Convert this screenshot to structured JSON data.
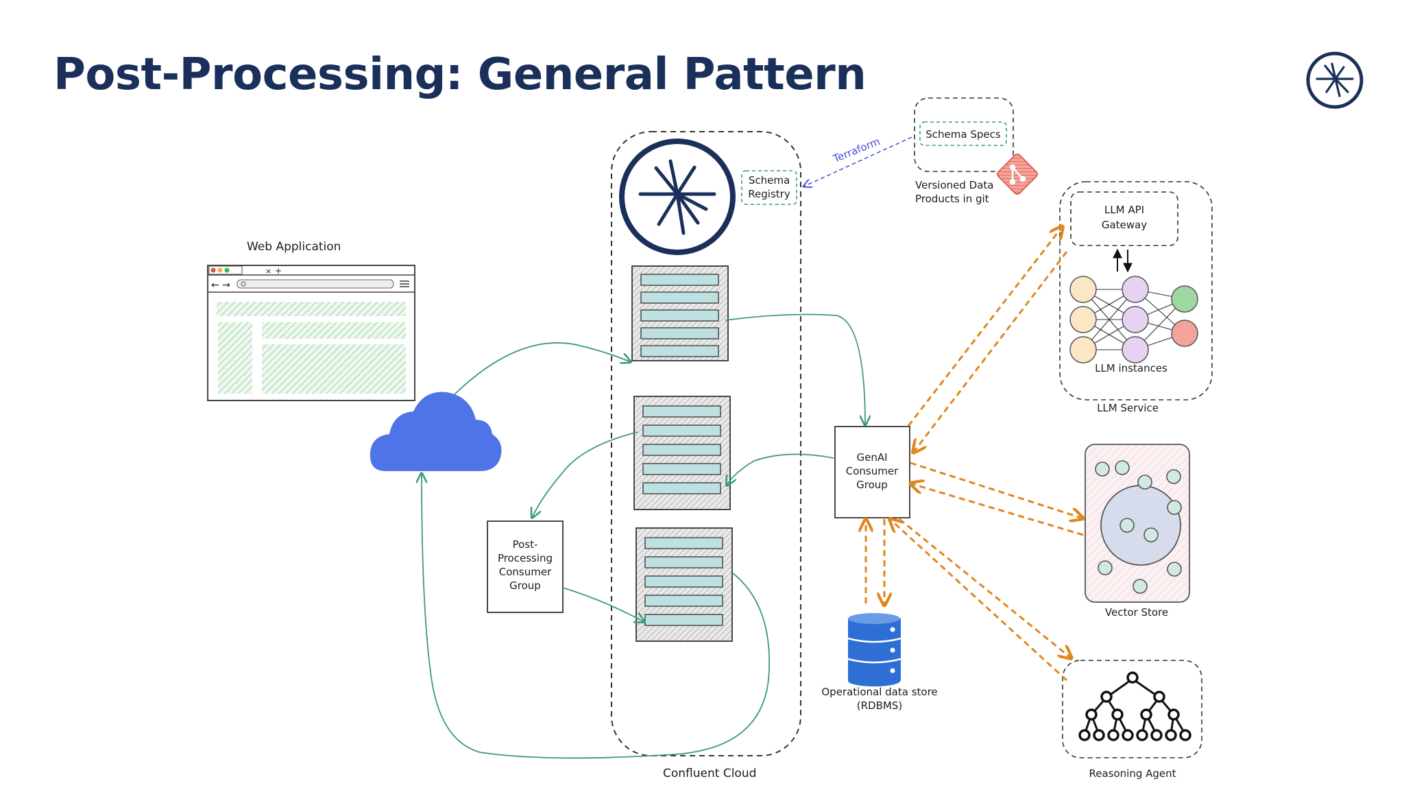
{
  "title": "Post-Processing: General Pattern",
  "colors": {
    "title": "#1a2f5a",
    "green_flow": "#3d9a78",
    "orange_flow": "#e0861f",
    "cloud": "#4f74e8",
    "database": "#2e6fd6",
    "confluent_logo": "#1a2f5a",
    "terraform": "#4a4adb",
    "git": "#e05a4e"
  },
  "icons": {
    "brand_logo": "confluent-logo-icon",
    "web_app": "browser-window-icon",
    "internet": "cloud-icon",
    "database": "database-icon",
    "git": "git-icon",
    "llm": "neural-network-icon",
    "agent": "tree-graph-icon"
  },
  "labels": {
    "web_application": "Web Application",
    "confluent_cloud": "Confluent Cloud",
    "schema_registry_line1": "Schema",
    "schema_registry_line2": "Registry",
    "terraform": "Terraform",
    "schema_specs": "Schema Specs",
    "versioned_line1": "Versioned Data",
    "versioned_line2": "Products in git",
    "llm_gateway_line1": "LLM API",
    "llm_gateway_line2": "Gateway",
    "llm_instances": "LLM instances",
    "llm_service": "LLM Service",
    "genai_line1": "GenAI",
    "genai_line2": "Consumer",
    "genai_line3": "Group",
    "post_line1": "Post-",
    "post_line2": "Processing",
    "post_line3": "Consumer",
    "post_line4": "Group",
    "vector_store": "Vector Store",
    "reasoning_agent": "Reasoning Agent",
    "ods_line1": "Operational data store",
    "ods_line2": "(RDBMS)"
  }
}
